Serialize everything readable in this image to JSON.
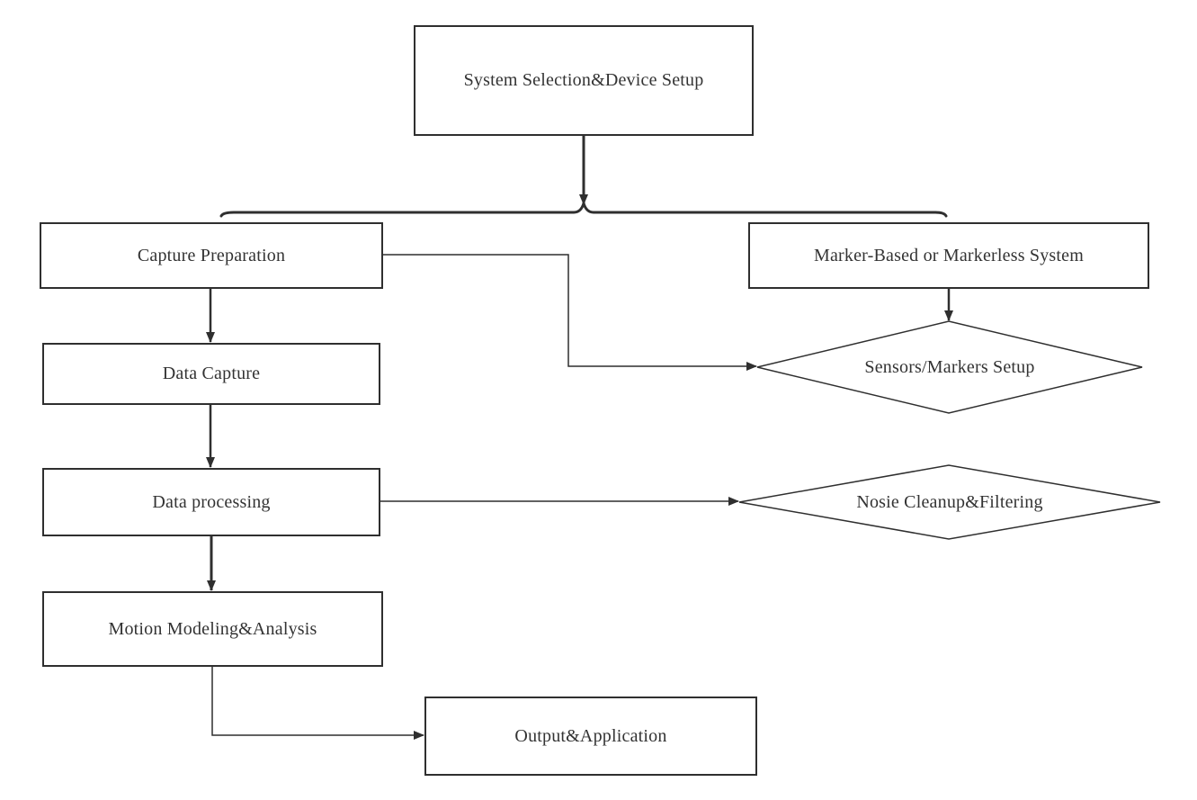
{
  "nodes": {
    "system_selection": "System Selection&Device Setup",
    "capture_preparation": "Capture Preparation",
    "marker_system": "Marker-Based or Markerless System",
    "sensors_setup": "Sensors/Markers Setup",
    "data_capture": "Data Capture",
    "data_processing": "Data processing",
    "noise_cleanup": "Nosie Cleanup&Filtering",
    "motion_modeling": "Motion Modeling&Analysis",
    "output_application": "Output&Application"
  },
  "colors": {
    "stroke": "#2f2f2f",
    "text": "#333333",
    "background": "#ffffff"
  }
}
